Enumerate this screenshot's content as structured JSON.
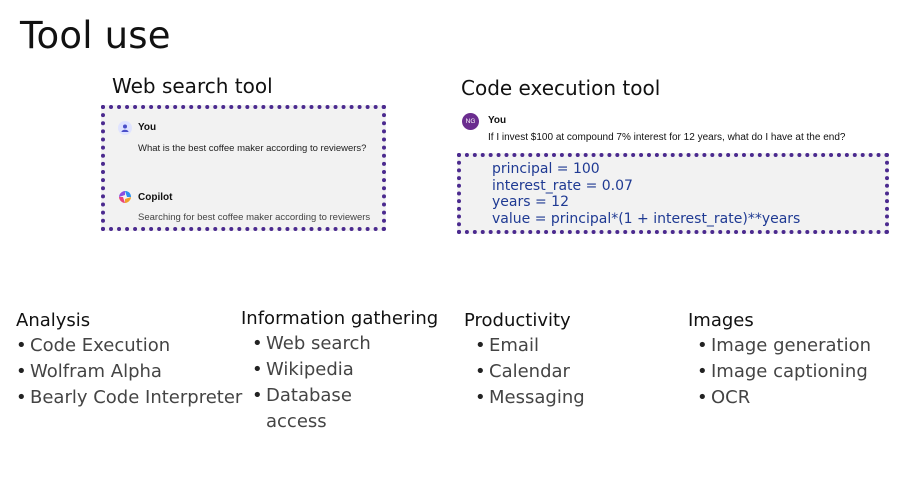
{
  "title": "Tool use",
  "web_search": {
    "label": "Web search tool",
    "user_name": "You",
    "user_message": "What is the best coffee maker according to reviewers?",
    "assistant_name": "Copilot",
    "assistant_message": "Searching for best coffee maker according to reviewers"
  },
  "code_exec": {
    "label": "Code execution tool",
    "user_initials": "NG",
    "user_name": "You",
    "user_message": "If I invest $100 at compound 7% interest for 12 years, what do I have at the end?",
    "code_lines": [
      "principal = 100",
      "interest_rate = 0.07",
      "years = 12",
      "value = principal*(1 + interest_rate)**years"
    ]
  },
  "categories": [
    {
      "title": "Analysis",
      "items": [
        "Code Execution",
        "Wolfram Alpha",
        "Bearly Code Interpreter"
      ]
    },
    {
      "title": "Information gathering",
      "items": [
        "Web search",
        "Wikipedia",
        "Database",
        "access"
      ]
    },
    {
      "title": "Productivity",
      "items": [
        "Email",
        "Calendar",
        "Messaging"
      ]
    },
    {
      "title": "Images",
      "items": [
        "Image generation",
        "Image captioning",
        "OCR"
      ]
    }
  ],
  "colors": {
    "frame_border": "#4b2a8f",
    "code_text": "#1f3a93",
    "avatar_you": "#5a4fcf",
    "avatar_ng": "#6b2d8f"
  }
}
